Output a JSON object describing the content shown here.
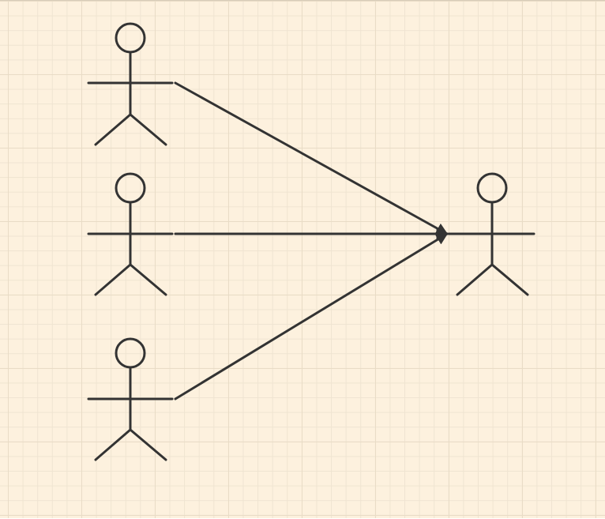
{
  "diagram": {
    "type": "use-case-actors",
    "line_color": "#333333",
    "background_color": "#fdf1de",
    "grid_color": "#e9dcc6",
    "actors": [
      {
        "name": "actor-source-1",
        "label": ""
      },
      {
        "name": "actor-source-2",
        "label": ""
      },
      {
        "name": "actor-source-3",
        "label": ""
      },
      {
        "name": "actor-target",
        "label": ""
      }
    ],
    "connectors": [
      {
        "from": "actor-source-1",
        "to": "actor-target",
        "arrowhead": "filled"
      },
      {
        "from": "actor-source-2",
        "to": "actor-target",
        "arrowhead": "filled"
      },
      {
        "from": "actor-source-3",
        "to": "actor-target",
        "arrowhead": "filled"
      }
    ]
  }
}
